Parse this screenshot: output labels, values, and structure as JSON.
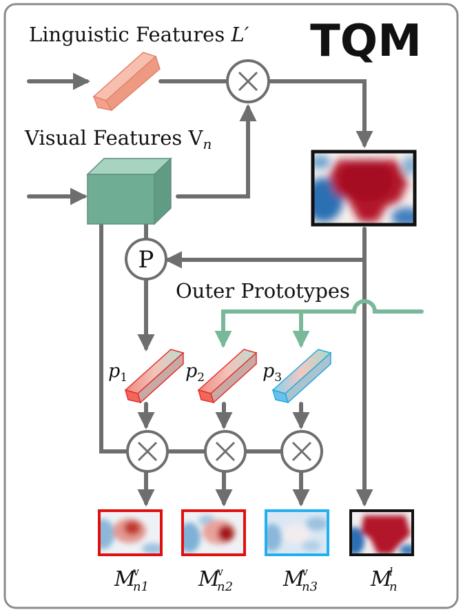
{
  "title": "TQM",
  "labels": {
    "linguistic": "Linguistic Features ",
    "linguistic_sym": "L′",
    "visual": "Visual Features ",
    "visual_sym": "V",
    "visual_sub": "n",
    "outer_prototypes": "Outer Prototypes",
    "pool": "P"
  },
  "prototypes": [
    {
      "base": "p",
      "sub": "1",
      "color": "#e03030"
    },
    {
      "base": "p",
      "sub": "2",
      "color": "#e03030"
    },
    {
      "base": "p",
      "sub": "3",
      "color": "#20a8e0"
    }
  ],
  "outputs": [
    {
      "base": "M",
      "sup": "v",
      "sub": "n1",
      "border": "#e01010"
    },
    {
      "base": "M",
      "sup": "v",
      "sub": "n2",
      "border": "#e01010"
    },
    {
      "base": "M",
      "sup": "v",
      "sub": "n3",
      "border": "#20b0f0"
    },
    {
      "base": "M",
      "sup": "l",
      "sub": "n",
      "border": "#111111"
    }
  ],
  "colors": {
    "arrow": "#6e6e6e",
    "outer_line": "#7ab89a",
    "cube_front": "#6fae94",
    "linguistic_bar": "#f4a08a",
    "heat_red": "#b2182b",
    "heat_blue": "#2166ac"
  }
}
